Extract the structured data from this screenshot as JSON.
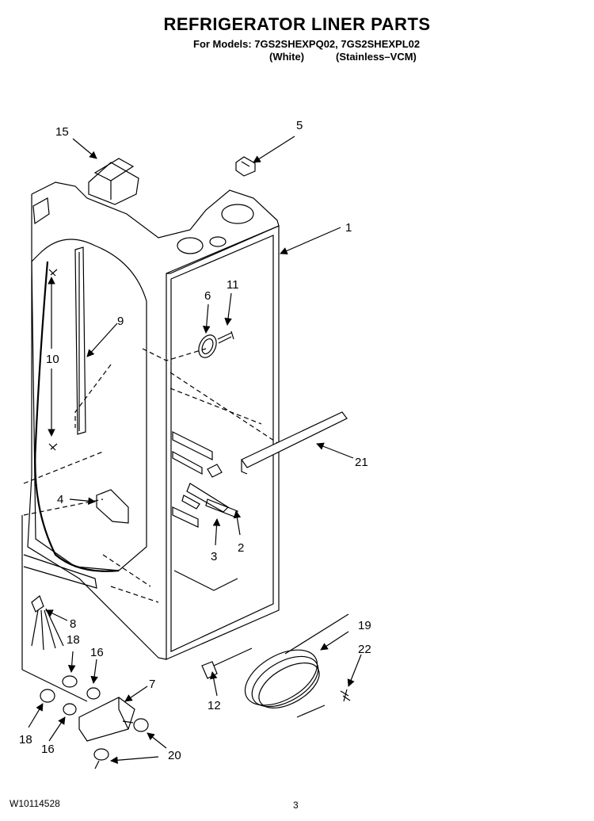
{
  "header": {
    "title": "REFRIGERATOR LINER PARTS",
    "models": "For Models: 7GS2SHEXPQ02, 7GS2SHEXPL02",
    "variant_white": "(White)",
    "variant_stainless": "(Stainless–VCM)"
  },
  "callouts": {
    "c1": "1",
    "c2": "2",
    "c3": "3",
    "c4": "4",
    "c5": "5",
    "c6": "6",
    "c7": "7",
    "c8": "8",
    "c9": "9",
    "c10": "10",
    "c11": "11",
    "c12": "12",
    "c15": "15",
    "c16a": "16",
    "c16b": "16",
    "c18a": "18",
    "c18b": "18",
    "c19": "19",
    "c20": "20",
    "c21": "21",
    "c22": "22"
  },
  "footer": {
    "doc_number": "W10114528",
    "page": "3"
  }
}
